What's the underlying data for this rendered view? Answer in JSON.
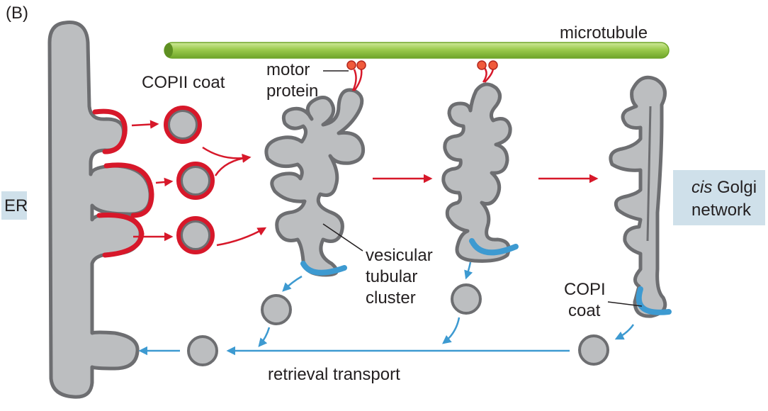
{
  "panel_label": "(B)",
  "labels": {
    "microtubule": "microtubule",
    "motor_protein_line1": "motor",
    "motor_protein_line2": "protein",
    "copii_coat": "COPII coat",
    "er": "ER",
    "cis_golgi_italic": "cis",
    "cis_golgi_rest": " Golgi",
    "cis_golgi_line2": "network",
    "vtc_line1": "vesicular",
    "vtc_line2": "tubular",
    "vtc_line3": "cluster",
    "copi_line1": "COPI",
    "copi_line2": "coat",
    "retrieval": "retrieval transport"
  },
  "colors": {
    "membrane_fill": "#bcbec0",
    "membrane_stroke": "#6d6e71",
    "copii_red": "#d7182a",
    "copi_blue": "#3d9ad1",
    "microtubule_green": "#9ccb4e",
    "label_box": "#cfe0ea"
  }
}
